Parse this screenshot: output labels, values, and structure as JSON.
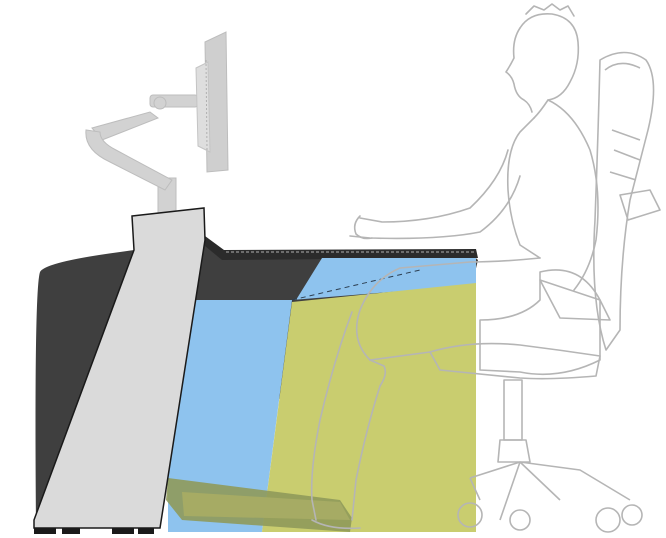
{
  "illustration": {
    "subject": "ergonomic-workstation-side-view",
    "colors": {
      "background": "#ffffff",
      "desk_body": "#3f3f3f",
      "desk_top": "#2b2b2b",
      "side_panel": "#dadada",
      "blue_zone": "#8ec3ee",
      "green_zone": "#c9cd6f",
      "footrest": "#8f9a5a",
      "monitor_gray": "#cfcfcf",
      "line_art": "#b5b5b5"
    },
    "elements": [
      {
        "name": "monitor",
        "icon": "monitor-icon"
      },
      {
        "name": "monitor-arm",
        "icon": "arm-mount-icon"
      },
      {
        "name": "desk",
        "icon": "desk-icon"
      },
      {
        "name": "user",
        "icon": "seated-person-icon"
      },
      {
        "name": "chair",
        "icon": "office-chair-icon"
      },
      {
        "name": "footrest",
        "icon": "footrest-icon"
      }
    ]
  }
}
